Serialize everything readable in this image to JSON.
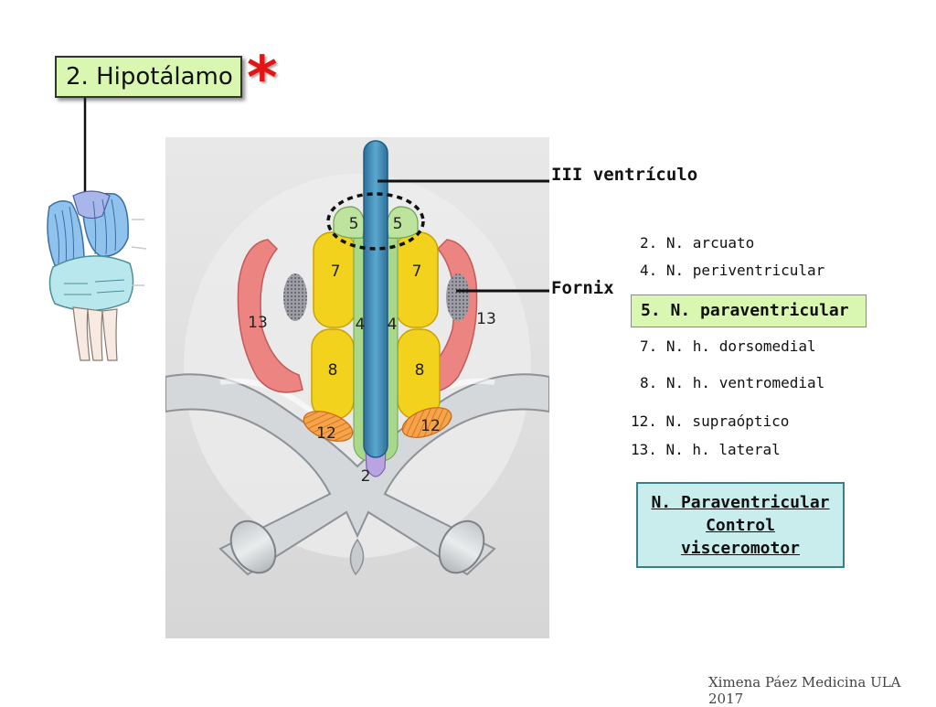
{
  "title": "2. Hipotálamo",
  "asterisk": "*",
  "labels": {
    "ventricle": "III ventrículo",
    "fornix": "Fornix"
  },
  "diagram_numbers": {
    "n2": "2",
    "n4": "4",
    "n5": "5",
    "n7": "7",
    "n8": "8",
    "n12": "12",
    "n13": "13"
  },
  "nuclei": {
    "n2": "2. N. arcuato",
    "n4": "4. N. periventricular",
    "n5": "5. N. paraventricular",
    "n7": "7. N. h. dorsomedial",
    "n8": "8. N. h. ventromedial",
    "n12": "12. N. supraóptico",
    "n13": "13. N. h. lateral"
  },
  "callout": {
    "line1": "N. Paraventricular",
    "line2": "Control",
    "line3": "visceromotor"
  },
  "credit": "Ximena Páez Medicina ULA 2017",
  "colors": {
    "title_bg": "#d9f7b0",
    "asterisk": "#e31414",
    "ventricle": "#3f8db3",
    "nucleus_yellow": "#f2d21c",
    "nucleus_red": "#ec8582",
    "nucleus_orange": "#f08a2a",
    "callout_bg": "#c9eced"
  }
}
